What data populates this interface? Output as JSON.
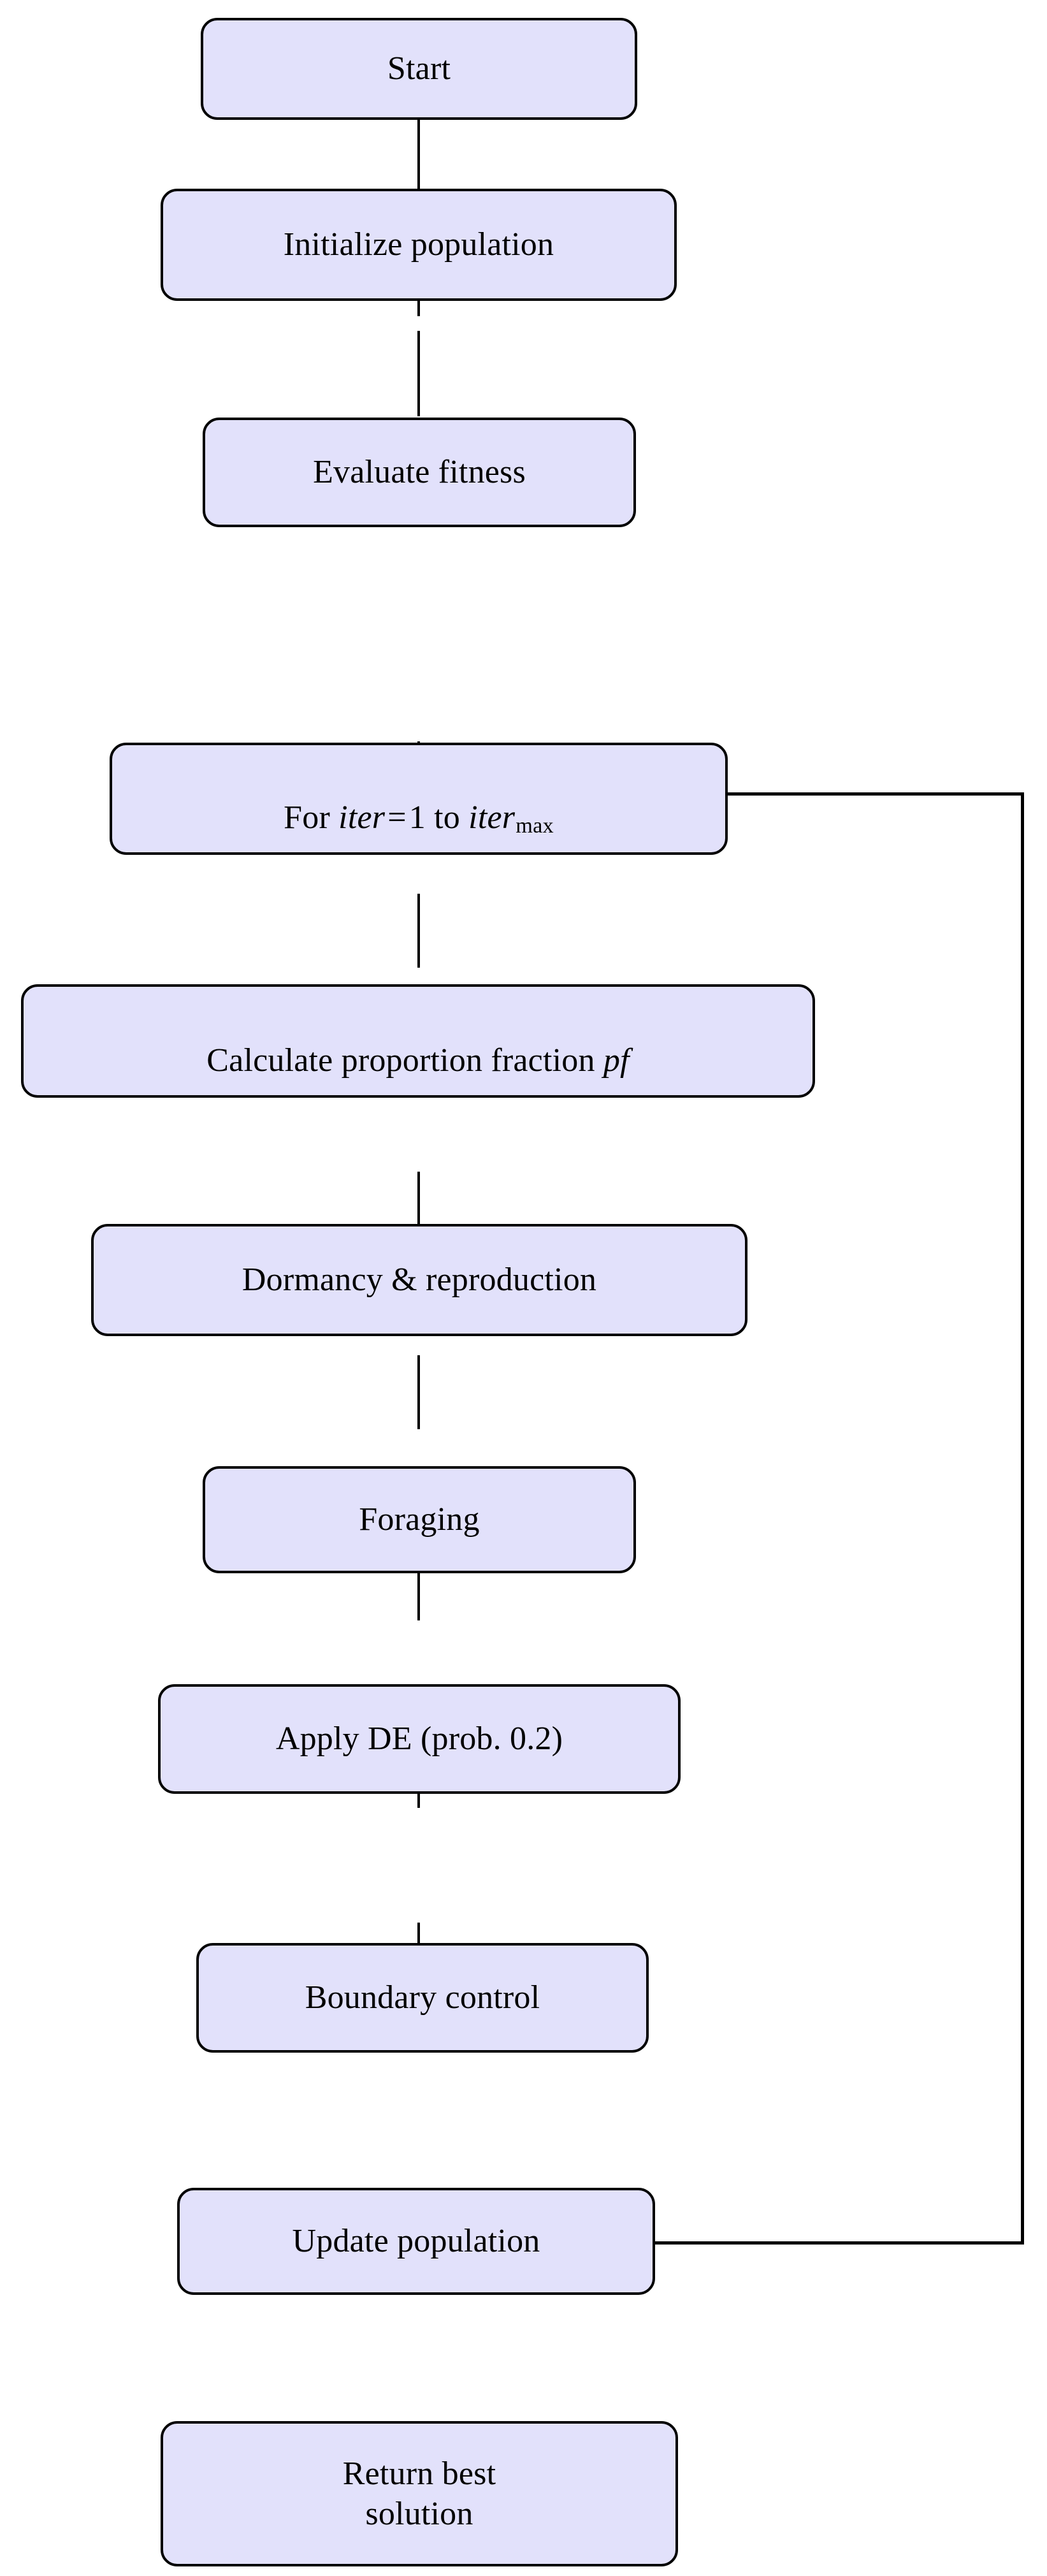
{
  "diagram": {
    "title": "Algorithm flowchart",
    "type": "flowchart",
    "orientation": "top-to-bottom",
    "colors": {
      "node_fill": "#E2E1FB",
      "node_border": "#000000",
      "edge": "#000000",
      "background": "#FFFFFF",
      "text": "#000000"
    },
    "nodes": [
      {
        "id": "start",
        "label": "Start",
        "shape": "rounded-rectangle"
      },
      {
        "id": "initialize-population",
        "label": "Initialize population",
        "shape": "rounded-rectangle"
      },
      {
        "id": "evaluate-fitness",
        "label": "Evaluate fitness",
        "shape": "rounded-rectangle"
      },
      {
        "id": "for-loop",
        "label": "For iter = 1 to itermax",
        "shape": "rounded-rectangle",
        "parts": {
          "prefix": "For ",
          "var1": "iter",
          "equals": "=",
          "start_value": "1",
          "middle": " to ",
          "var2": "iter",
          "subscript": "max"
        }
      },
      {
        "id": "calculate-proportion-fraction",
        "label": "Calculate proportion fraction pf",
        "shape": "rounded-rectangle",
        "parts": {
          "prefix": "Calculate proportion fraction ",
          "var1": "pf"
        }
      },
      {
        "id": "dormancy-reproduction",
        "label": "Dormancy & reproduction",
        "shape": "rounded-rectangle"
      },
      {
        "id": "foraging",
        "label": "Foraging",
        "shape": "rounded-rectangle"
      },
      {
        "id": "apply-de",
        "label": "Apply DE (prob. 0.2)",
        "shape": "rounded-rectangle",
        "probability": "0.2"
      },
      {
        "id": "boundary-control",
        "label": "Boundary control",
        "shape": "rounded-rectangle"
      },
      {
        "id": "update-population",
        "label": "Update population",
        "shape": "rounded-rectangle"
      },
      {
        "id": "return-best-solution",
        "label": "Return best\nsolution",
        "shape": "rounded-rectangle"
      }
    ],
    "edges": [
      {
        "from": "start",
        "to": "initialize-population",
        "style": "straight-vertical"
      },
      {
        "from": "initialize-population",
        "to": "evaluate-fitness",
        "style": "straight-vertical"
      },
      {
        "from": "evaluate-fitness",
        "to": "for-loop",
        "style": "straight-vertical"
      },
      {
        "from": "for-loop",
        "to": "calculate-proportion-fraction",
        "style": "straight-vertical"
      },
      {
        "from": "calculate-proportion-fraction",
        "to": "dormancy-reproduction",
        "style": "straight-vertical"
      },
      {
        "from": "dormancy-reproduction",
        "to": "foraging",
        "style": "straight-vertical"
      },
      {
        "from": "foraging",
        "to": "apply-de",
        "style": "straight-vertical"
      },
      {
        "from": "apply-de",
        "to": "boundary-control",
        "style": "straight-vertical"
      },
      {
        "from": "boundary-control",
        "to": "update-population",
        "style": "straight-vertical"
      },
      {
        "from": "update-population",
        "to": "return-best-solution",
        "style": "straight-vertical"
      },
      {
        "from": "update-population",
        "to": "for-loop",
        "style": "loop-back-right"
      }
    ]
  }
}
